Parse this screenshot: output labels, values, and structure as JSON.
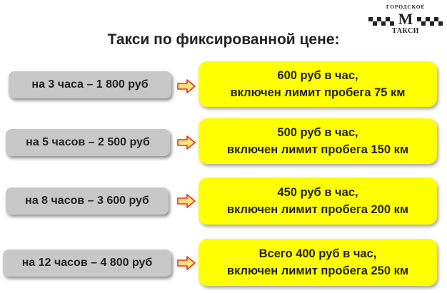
{
  "logo": {
    "top_text": "ГОРОДСКОЕ",
    "letter": "М",
    "bottom_text": "ТАКСИ"
  },
  "title": "Такси по фиксированной цене:",
  "tariffs": [
    {
      "duration": "на 3 часа – 1 800 руб",
      "rate": "600 руб в час,",
      "limit": "включен лимит пробега 75 км"
    },
    {
      "duration": "на 5 часов – 2 500 руб",
      "rate": "500 руб в час,",
      "limit": "включен лимит пробега 150 км"
    },
    {
      "duration": "на 8 часов – 3 600 руб",
      "rate": "450 руб в час,",
      "limit": "включен лимит пробега 200 км"
    },
    {
      "duration": "на 12 часов – 4 800 руб",
      "rate": "Всего 400 руб в час,",
      "limit": "включен лимит пробега 250 км"
    }
  ],
  "colors": {
    "highlight": "#ffff00",
    "label_bg": "#c8c8c8",
    "arrow_fill": "#ffe07a",
    "arrow_stroke": "#e0321e"
  },
  "icons": {
    "arrow": "right-arrow-icon",
    "logo": "taxi-logo"
  }
}
